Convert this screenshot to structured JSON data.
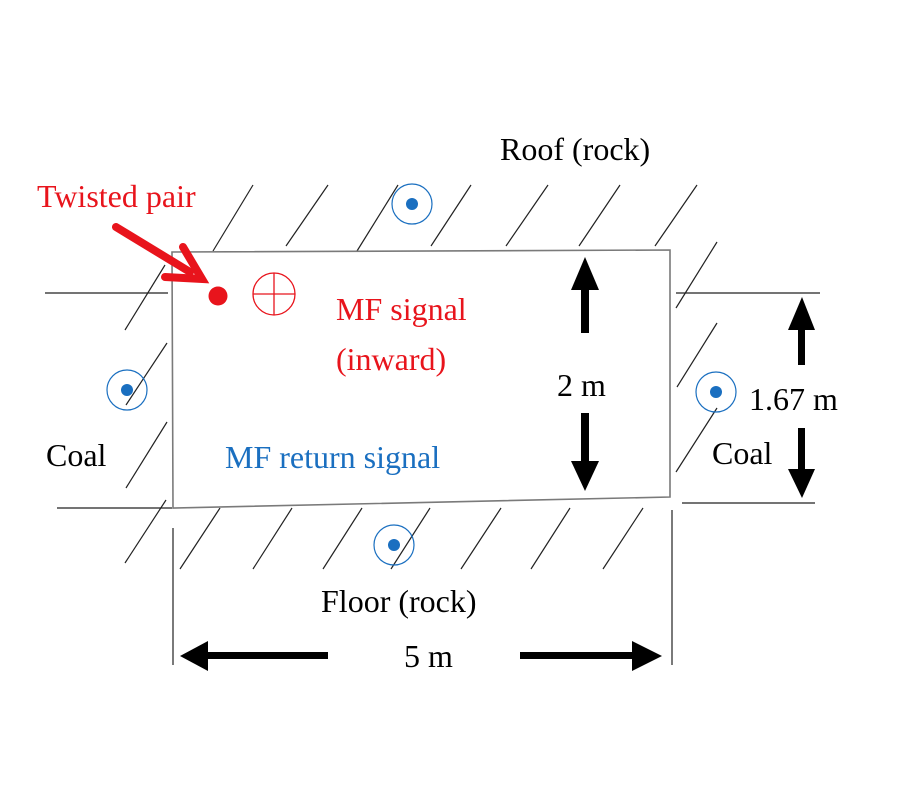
{
  "labels": {
    "roof": "Roof (rock)",
    "floor": "Floor (rock)",
    "coal_left": "Coal",
    "coal_right": "Coal",
    "twisted_pair": "Twisted pair",
    "mf_signal_line1": "MF signal",
    "mf_signal_line2": "(inward)",
    "mf_return": "MF return signal",
    "height_tunnel": "2 m",
    "height_seam": "1.67 m",
    "width_tunnel": "5 m"
  },
  "dimensions": {
    "tunnel_width_m": 5,
    "tunnel_height_m": 2,
    "seam_height_m": 1.67
  },
  "symbols": {
    "twisted_pair": "filled-dot",
    "mf_signal": "circle-cross (into page)",
    "mf_return": "circle-dot (out of page)",
    "return_markers": [
      "roof",
      "left-coal",
      "right-coal",
      "floor"
    ]
  },
  "colors": {
    "signal": "#e8141c",
    "return": "#1a6fc0",
    "ink": "#000000",
    "outline": "#7a7a7a"
  }
}
